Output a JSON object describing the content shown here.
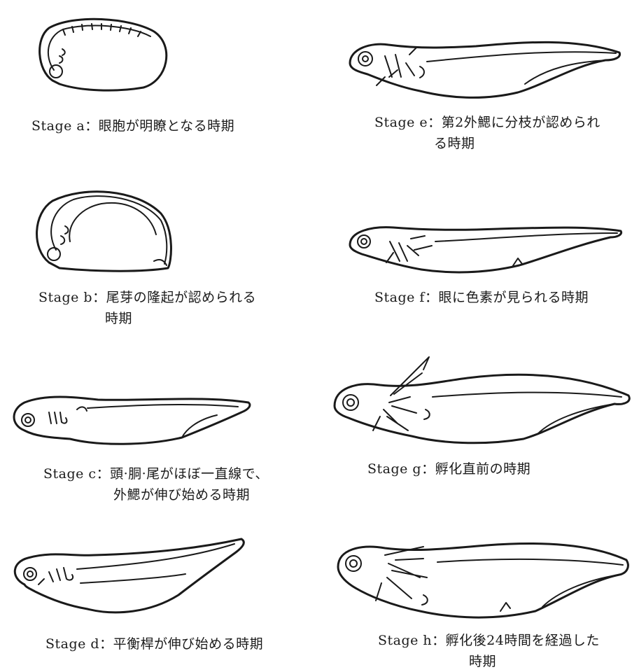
{
  "figure": {
    "stages": [
      {
        "id": "a",
        "caption": [
          "Stage a：眼胞が明瞭となる時期"
        ]
      },
      {
        "id": "b",
        "caption": [
          "Stage b：尾芽の隆起が認められる",
          "時期"
        ]
      },
      {
        "id": "c",
        "caption": [
          "Stage c：頭·胴·尾がほぼ一直線で、",
          "外鰓が伸び始める時期"
        ]
      },
      {
        "id": "d",
        "caption": [
          "Stage d：平衡桿が伸び始める時期"
        ]
      },
      {
        "id": "e",
        "caption": [
          "Stage e：第2外鰓に分枝が認められ",
          "る時期"
        ]
      },
      {
        "id": "f",
        "caption": [
          "Stage f：眼に色素が見られる時期"
        ]
      },
      {
        "id": "g",
        "caption": [
          "Stage g：孵化直前の時期"
        ]
      },
      {
        "id": "h",
        "caption": [
          "Stage h：孵化後24時間を経過した",
          "時期"
        ]
      }
    ]
  }
}
